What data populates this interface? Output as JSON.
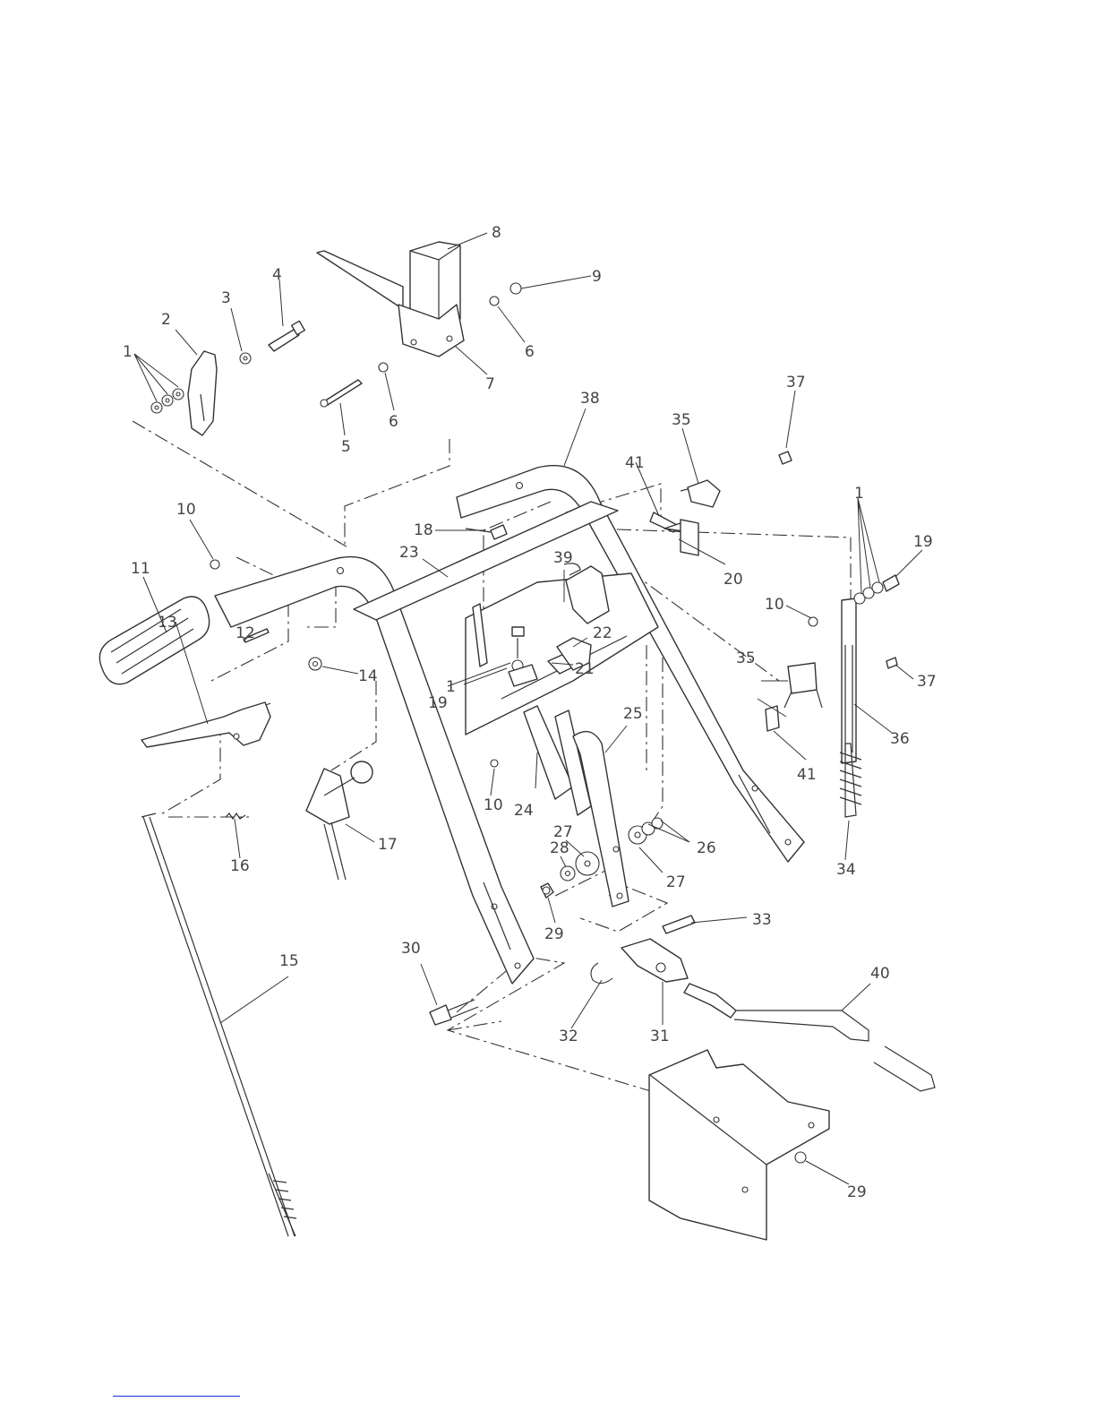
{
  "diagram": {
    "callouts": [
      "1",
      "2",
      "3",
      "4",
      "5",
      "6",
      "7",
      "8",
      "9",
      "10",
      "11",
      "12",
      "13",
      "14",
      "15",
      "16",
      "17",
      "18",
      "19",
      "20",
      "21",
      "22",
      "23",
      "24",
      "25",
      "26",
      "27",
      "28",
      "29",
      "30",
      "31",
      "32",
      "33",
      "34",
      "35",
      "36",
      "37",
      "38",
      "39",
      "40",
      "41"
    ]
  },
  "colors": {
    "line": "#333333",
    "label": "#444444",
    "footer_rule": "#1a2fd6"
  }
}
